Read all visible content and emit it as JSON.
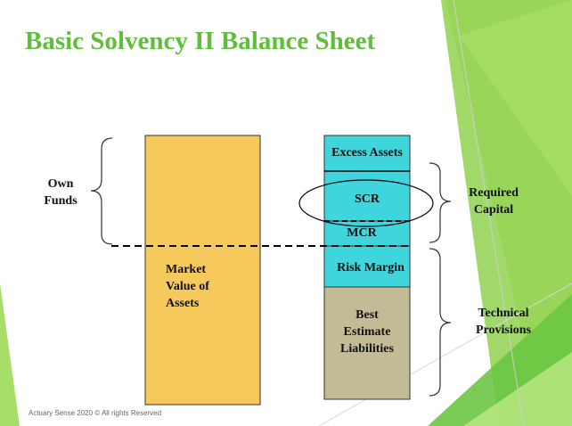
{
  "title": "Basic Solvency II Balance Sheet",
  "footer": "Actuary Sense 2020 © All rights Reserved",
  "colors": {
    "title": "#5fbf3a",
    "assets_fill": "#f6c95d",
    "capital_fill": "#3ed5dc",
    "best_estimate_fill": "#c3bb96",
    "decoration_greens": [
      "#8fd14f",
      "#c7ec8f",
      "#a7de68",
      "#6cc644"
    ]
  },
  "diagram": {
    "assets_label": [
      "Market",
      "Value of",
      "Assets"
    ],
    "liability_blocks": {
      "excess_assets": "Excess Assets",
      "scr": "SCR",
      "mcr": "MCR",
      "risk_margin": "Risk Margin",
      "best_estimate": [
        "Best",
        "Estimate",
        "Liabilities"
      ]
    },
    "brackets": {
      "own_funds": [
        "Own",
        "Funds"
      ],
      "required_capital": [
        "Required",
        "Capital"
      ],
      "technical_provisions": [
        "Technical",
        "Provisions"
      ]
    }
  }
}
